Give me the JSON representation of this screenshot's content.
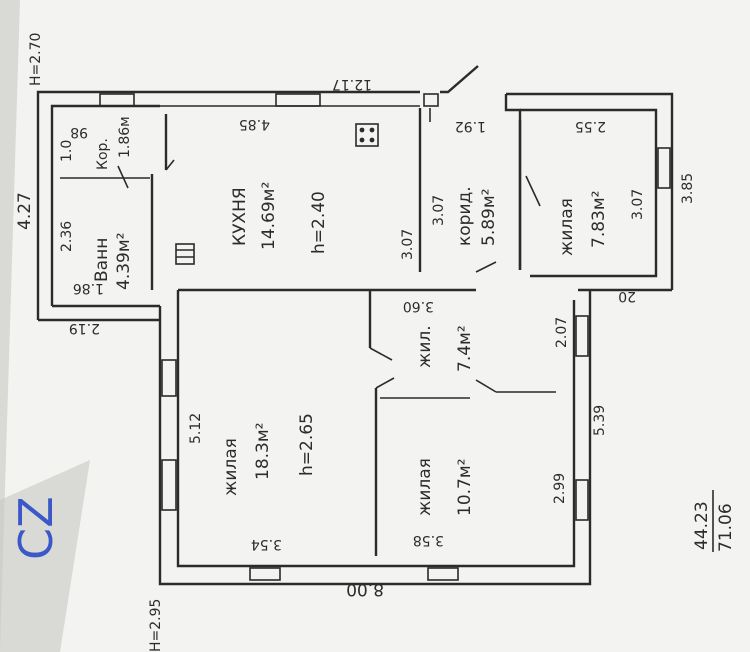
{
  "plan": {
    "height_labels": {
      "top": "H=2.70",
      "bottom": "H=2.95"
    },
    "rooms": {
      "bath": {
        "name": "Ванн",
        "area": "4.39м²",
        "dim_a": "2.36",
        "dim_b": "1.86"
      },
      "corridor_small": {
        "name": "Кор.",
        "area": "1.86м",
        "dim_a": "1.0",
        "dim_b": "98"
      },
      "kitchen": {
        "name": "КУХНЯ",
        "area": "14.69м²",
        "height": "h=2.40",
        "dim_a": "4.85",
        "dim_b": "3.07"
      },
      "corridor": {
        "name": "корид.",
        "area": "5.89м²",
        "dim_a": "3.07",
        "dim_b": "1.92"
      },
      "bedroom_top_right": {
        "name": "жилая",
        "area": "7.83м²",
        "dim_a": "2.55",
        "dim_b": "3.07"
      },
      "living_small": {
        "name": "жил.",
        "area": "7.4м²",
        "dim_a": "3.60",
        "dim_b": "2.07"
      },
      "living_big": {
        "name": "жилая",
        "area": "18.3м²",
        "height": "h=2.65",
        "dim_a": "5.12",
        "dim_b": "3.54"
      },
      "bedroom_bottom": {
        "name": "жилая",
        "area": "10.7м²",
        "dim_a": "3.58",
        "dim_b": "2.99"
      }
    },
    "outer_dims": {
      "left_top": "4.27",
      "top_right": "12.17",
      "bottom": "8.00",
      "right": "5.39",
      "right_top": "3.85",
      "right_mid": "20",
      "left_mid": "2.19"
    },
    "totals": {
      "living": "44.23",
      "total": "71.06"
    }
  },
  "colors": {
    "ink": "#2c2c2c",
    "paper": "#f3f3f1",
    "stamp": "#3b58c8"
  }
}
